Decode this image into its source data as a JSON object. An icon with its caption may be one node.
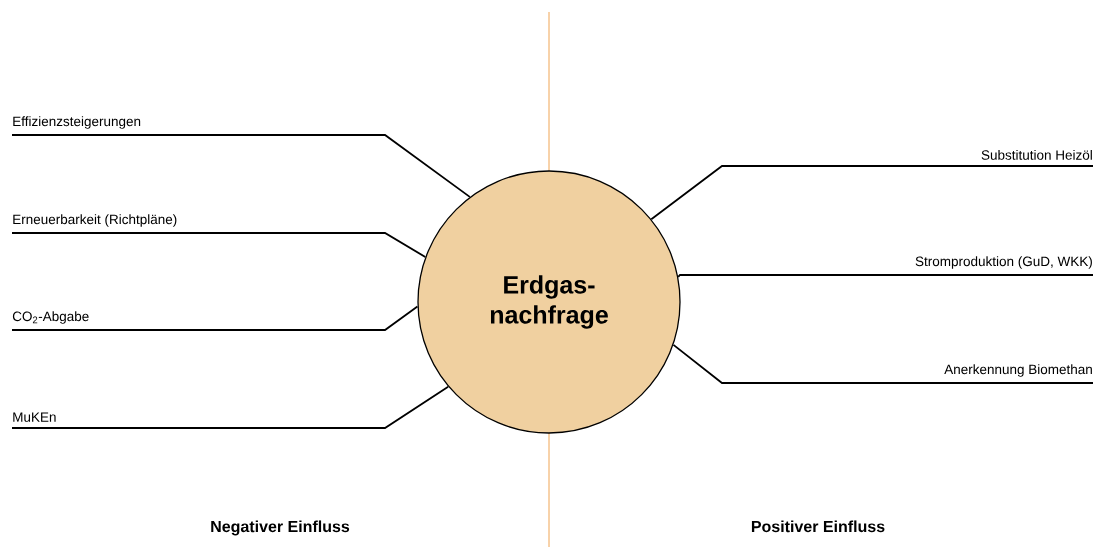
{
  "diagram": {
    "nodes": [
      {
        "text": [
          "Erdgas- nachfrage"
        ]
      },
      {
        "text": [
          "Effizienzsteigerungen"
        ]
      },
      {
        "text": [
          "Erneuerbarkeit (Richtpläne)"
        ]
      },
      {
        "text": [
          "CO$_{2}$-Abgabe"
        ]
      },
      {
        "text": [
          "MuKEn"
        ]
      },
      {
        "text": [
          "Substitution Heizöl"
        ]
      },
      {
        "text": [
          "Stromproduktion (GuD, WKK)"
        ]
      },
      {
        "text": [
          "Anerkennung Biomethan"
        ]
      }
    ],
    "edges": [
      {
        "from": 1,
        "to": 0,
        "arrow": "none"
      },
      {
        "from": 2,
        "to": 0,
        "arrow": "none"
      },
      {
        "from": 3,
        "to": 0,
        "arrow": "none"
      },
      {
        "from": 4,
        "to": 0,
        "arrow": "none"
      },
      {
        "from": 5,
        "to": 0,
        "arrow": "none"
      },
      {
        "from": 6,
        "to": 0,
        "arrow": "none"
      },
      {
        "from": 7,
        "to": 0,
        "arrow": "none"
      }
    ],
    "labels": [
      "Negativer Einfluss",
      "Positiver Einfluss"
    ]
  }
}
